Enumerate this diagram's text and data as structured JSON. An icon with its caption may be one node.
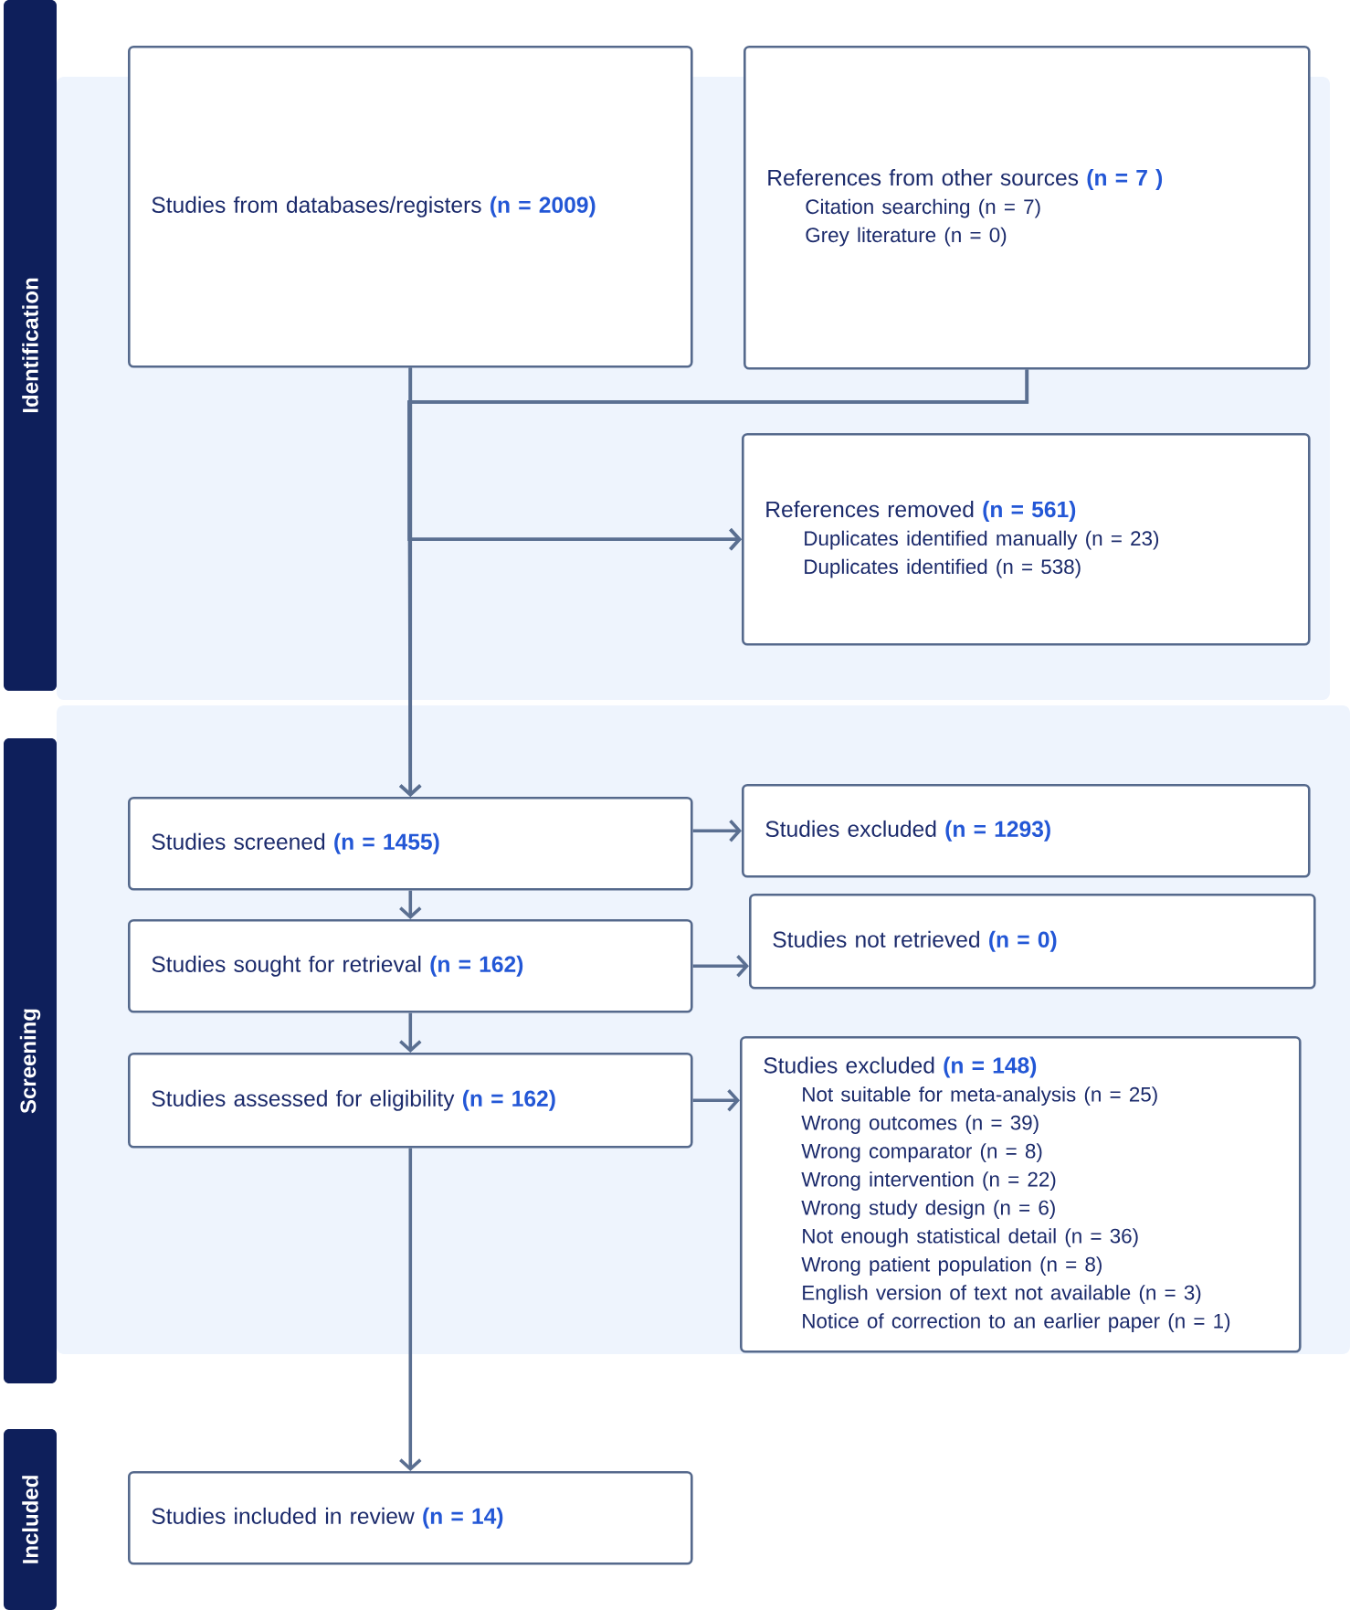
{
  "diagram": {
    "nodes": [
      {
        "text": [
          "Identification"
        ]
      },
      {
        "text": [
          "Screening"
        ]
      },
      {
        "text": [
          "Included"
        ]
      },
      {
        "text": [
          "Studies from databases/registers **(n = 2009)**"
        ]
      },
      {
        "text": [
          "References from other sources **(n = 7 )**",
          "Citation searching (n = 7)",
          "Grey literature (n = 0)"
        ]
      },
      {
        "text": [
          "References removed **(n = 561)**",
          "Duplicates identified manually (n = 23)",
          "Duplicates identified (n = 538)"
        ]
      },
      {
        "text": [
          "Studies screened **(n = 1455)**"
        ]
      },
      {
        "text": [
          "Studies excluded **(n = 1293)**"
        ]
      },
      {
        "text": [
          "Studies sought for retrieval **(n = 162)**"
        ]
      },
      {
        "text": [
          "Studies not retrieved **(n = 0)**"
        ]
      },
      {
        "text": [
          "Studies assessed for eligibility **(n = 162)**"
        ]
      },
      {
        "text": [
          "Studies excluded **(n = 148)**",
          "Not suitable for meta-analysis (n = 25)",
          "Wrong outcomes (n = 39)",
          "Wrong comparator (n = 8)",
          "Wrong intervention (n = 22)",
          "Wrong study design (n = 6)",
          "Not enough statistical detail (n = 36)",
          "Wrong patient population (n = 8)",
          "English version of text not available (n = 3)",
          "Notice of correction to an earlier paper (n = 1)"
        ]
      },
      {
        "text": [
          "Studies included in review **(n = 14)**"
        ]
      }
    ],
    "edges": [
      {
        "from": 3,
        "to": 5,
        "arrow": "to"
      },
      {
        "from": 4,
        "to": 5,
        "arrow": "to"
      },
      {
        "from": 3,
        "to": 6,
        "arrow": "to"
      },
      {
        "from": 4,
        "to": 6,
        "arrow": "to"
      },
      {
        "from": 6,
        "to": 7,
        "arrow": "to"
      },
      {
        "from": 6,
        "to": 8,
        "arrow": "to"
      },
      {
        "from": 8,
        "to": 9,
        "arrow": "to"
      },
      {
        "from": 8,
        "to": 10,
        "arrow": "to"
      },
      {
        "from": 10,
        "to": 11,
        "arrow": "to"
      },
      {
        "from": 10,
        "to": 12,
        "arrow": "to"
      }
    ]
  }
}
